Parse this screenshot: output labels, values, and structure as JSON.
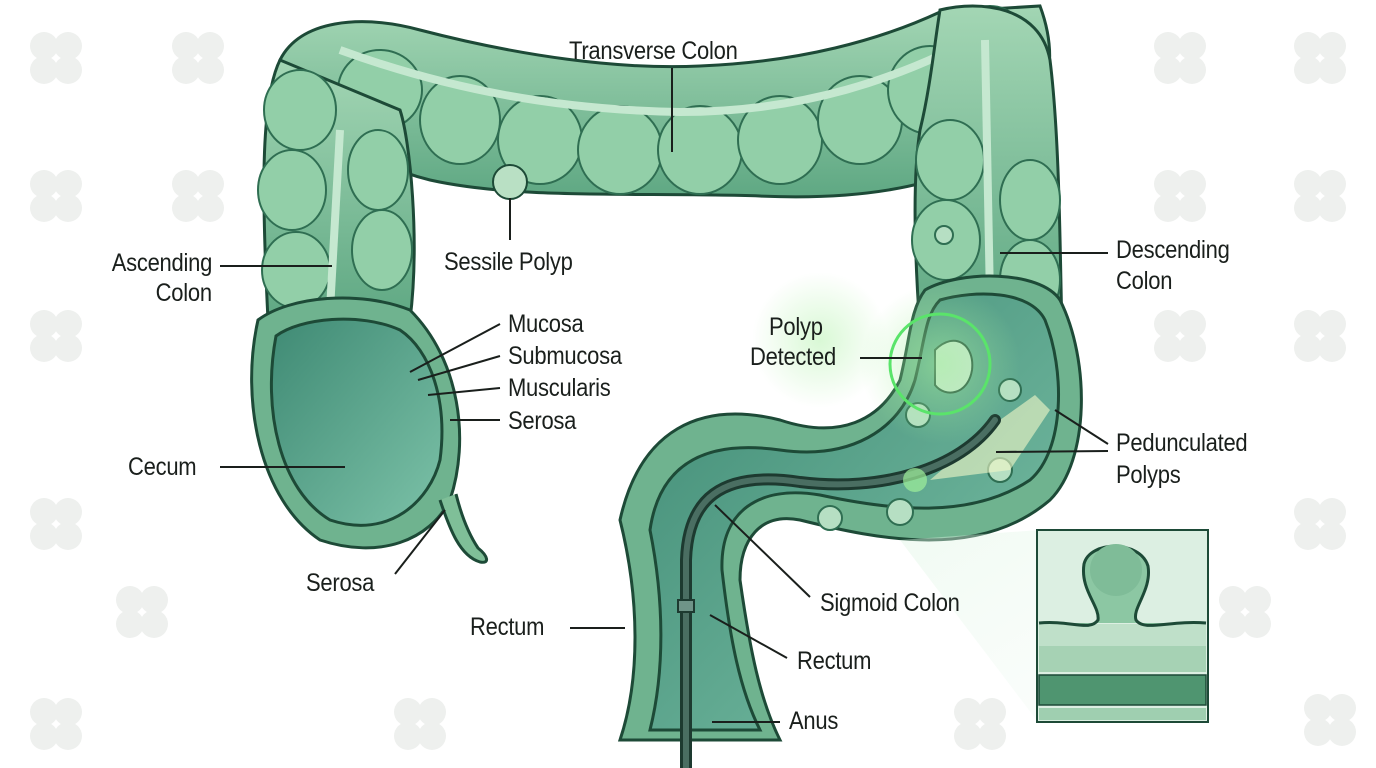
{
  "diagram": {
    "subject": "Large intestine (colon) anatomy with colonoscope and polyps",
    "colors": {
      "tissue": "#7fbf98",
      "tissue_dark": "#3f8a68",
      "lumen": "#4f9c86",
      "outline": "#1d4a37",
      "highlight_ring": "#57e06a",
      "background": "#ffffff",
      "watermark": "#eef0ee"
    },
    "labels": {
      "transverse_colon": "Transverse Colon",
      "sessile_polyp": "Sessile Polyp",
      "ascending_colon_1": "Ascending",
      "ascending_colon_2": "Colon",
      "descending_colon_1": "Descending",
      "descending_colon_2": "Colon",
      "mucosa": "Mucosa",
      "submucosa": "Submucosa",
      "muscularis": "Muscularis",
      "serosa_layer": "Serosa",
      "polyp_detected_1": "Polyp",
      "polyp_detected_2": "Detected",
      "pedunculated_1": "Pedunculated",
      "pedunculated_2": "Polyps",
      "cecum": "Cecum",
      "serosa_appendix": "Serosa",
      "rectum_left": "Rectum",
      "sigmoid_colon": "Sigmoid Colon",
      "rectum_right": "Rectum",
      "anus": "Anus"
    },
    "inset": {
      "description": "Magnified cross-section of a pedunculated polyp on layered colon wall"
    }
  }
}
